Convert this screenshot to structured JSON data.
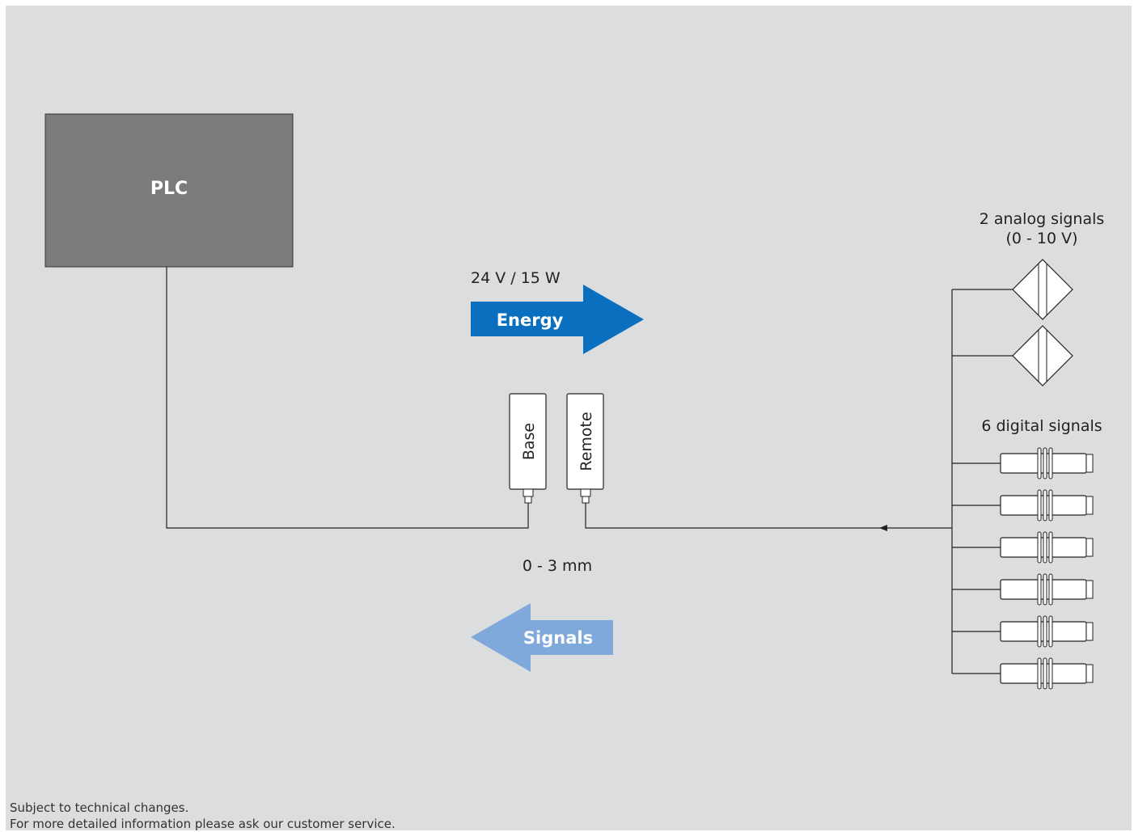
{
  "plc": {
    "label": "PLC"
  },
  "power": {
    "label": "24 V / 15 W"
  },
  "energy_arrow": {
    "label": "Energy",
    "color": "#0a6fbf"
  },
  "signals_arrow": {
    "label": "Signals",
    "color": "#7fa8db"
  },
  "base": {
    "label": "Base"
  },
  "remote": {
    "label": "Remote"
  },
  "gap": {
    "label": "0 - 3 mm"
  },
  "analog": {
    "line1": "2 analog signals",
    "line2": "(0 - 10 V)",
    "count": 2
  },
  "digital": {
    "label": "6 digital signals",
    "count": 6
  },
  "footer": {
    "line1": "Subject to technical changes.",
    "line2": "For more detailed information please ask our customer service."
  },
  "colors": {
    "background": "#dcdddf",
    "plc_fill": "#7b7b7b",
    "line": "#222222"
  }
}
